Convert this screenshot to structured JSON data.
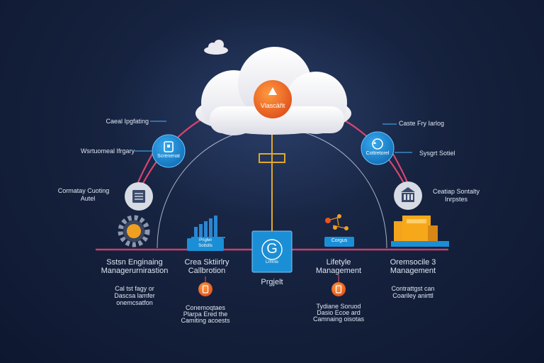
{
  "colors": {
    "background": "#14203b",
    "accent_blue": "#1b8fd6",
    "accent_orange": "#f07a1f",
    "arc_pink": "#d8456f",
    "rail_pink": "#c7416c",
    "connector_gold": "#e3a72d",
    "cloud": "#f2f2f6"
  },
  "cloud": {
    "icon": "warning-triangle-icon",
    "label": "Vlascäñt"
  },
  "left_nodes": {
    "top_label": "Caeal Ipgfating",
    "mid_label": "Wsrtuomeal Ifrgary",
    "mid_icon": "device-icon",
    "mid_badge": "Screnenat",
    "low_label_1": "Cormatay Cuoting",
    "low_label_2": "Autel",
    "low_icon": "document-icon"
  },
  "right_nodes": {
    "top_label": "Caste Fry Iarlog",
    "mid_label": "Sysgrt Sotiel",
    "mid_icon": "cycle-icon",
    "mid_badge": "Cottretorel",
    "low_label_1": "Ceatiap Sontalty",
    "low_label_2": "Inrpstes",
    "low_icon": "bank-icon"
  },
  "bottom_modules": [
    {
      "icon": "gear-icon",
      "title_1": "Sstsn Enginaing",
      "title_2": "Managerurnirastion",
      "desc_1": "Cal tst fagy or",
      "desc_2": "Dascsa lamfer",
      "desc_3": "onemcsatfon"
    },
    {
      "icon": "bar-chart-icon",
      "badge_1": "Pnglwi",
      "badge_2": "Sottolls",
      "title_1": "Crea Sktiirlry",
      "title_2": "Callbrotion",
      "step_icon": "step-badge-icon",
      "desc_1": "Conemoqtaes",
      "desc_2": "Plarpa Ered the",
      "desc_3": "Camiting acoests"
    },
    {
      "icon": "g-logo-icon",
      "logo_letter": "G",
      "logo_caption": "Lrmnis",
      "title_1": "Prgjelt"
    },
    {
      "icon": "network-icon",
      "badge_1": "Corgus",
      "title_1": "Lifetyle",
      "title_2": "Management",
      "step_icon": "step-badge-icon",
      "desc_1": "Tydiane Soruod",
      "desc_2": "Dasio Ecoe ard",
      "desc_3": "Camnaing oisotas"
    },
    {
      "icon": "server-box-icon",
      "title_1": "Oremsocile 3",
      "title_2": "Management",
      "desc_1": "Contrattgst can",
      "desc_2": "Coariley anirttl"
    }
  ]
}
